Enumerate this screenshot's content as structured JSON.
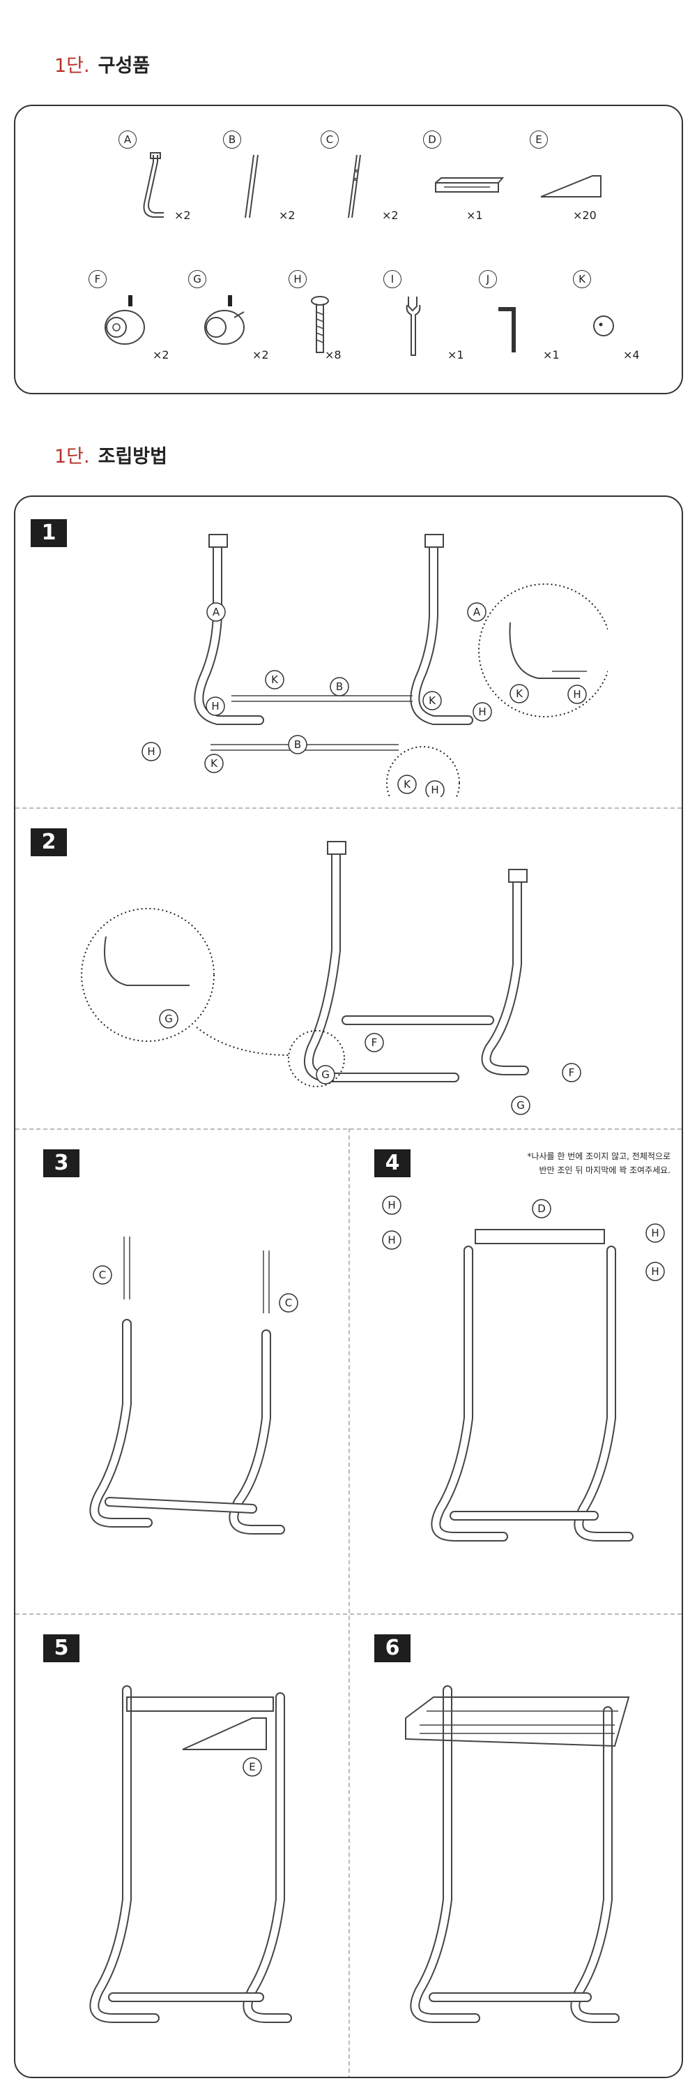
{
  "sections": {
    "parts": {
      "step": "1단.",
      "title": "구성품"
    },
    "assembly": {
      "step": "1단.",
      "title": "조립방법"
    }
  },
  "parts": [
    {
      "letter": "A",
      "qty": "×2"
    },
    {
      "letter": "B",
      "qty": "×2"
    },
    {
      "letter": "C",
      "qty": "×2"
    },
    {
      "letter": "D",
      "qty": "×1"
    },
    {
      "letter": "E",
      "qty": "×20"
    },
    {
      "letter": "F",
      "qty": "×2"
    },
    {
      "letter": "G",
      "qty": "×2"
    },
    {
      "letter": "H",
      "qty": "×8"
    },
    {
      "letter": "I",
      "qty": "×1"
    },
    {
      "letter": "J",
      "qty": "×1"
    },
    {
      "letter": "K",
      "qty": "×4"
    }
  ],
  "steps": {
    "s1": {
      "number": "1"
    },
    "s2": {
      "number": "2"
    },
    "s3": {
      "number": "3"
    },
    "s4": {
      "number": "4",
      "note_line1": "*나사를 한 번에 조이지 않고, 전체적으로",
      "note_line2": "반만 조인 뒤 마지막에 꽉 조여주세요."
    },
    "s5": {
      "number": "5"
    },
    "s6": {
      "number": "6"
    }
  },
  "callouts": {
    "A": "A",
    "B": "B",
    "C": "C",
    "D": "D",
    "E": "E",
    "F": "F",
    "G": "G",
    "H": "H",
    "K": "K"
  }
}
